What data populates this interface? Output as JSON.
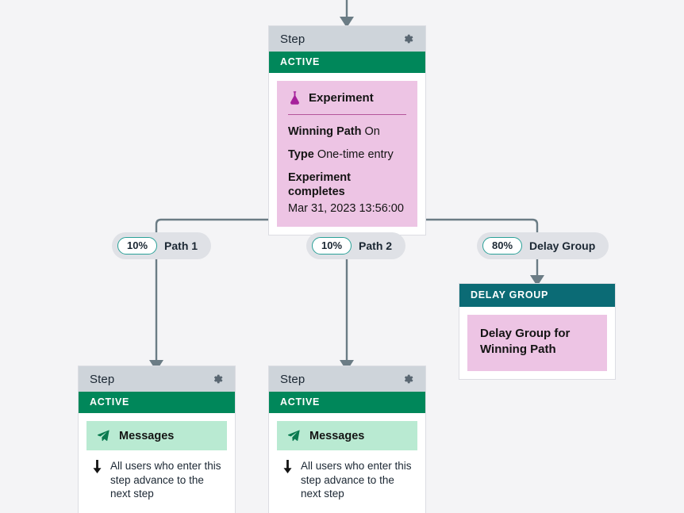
{
  "theme": {
    "page_bg": "#f4f4f6",
    "card_header_bg": "#ced4da",
    "active_green": "#00875a",
    "delay_teal": "#0b6b75",
    "pink": "#edc4e4",
    "mint": "#b9ead2",
    "pill_bg": "#dfe1e6",
    "pct_border": "#2aa198",
    "connector": "#6b7c85"
  },
  "experiment_step": {
    "header_title": "Step",
    "gear_icon": "gear-icon",
    "status": "ACTIVE",
    "card": {
      "icon": "flask-icon",
      "title": "Experiment",
      "rows": [
        {
          "label": "Winning Path",
          "value": "On"
        },
        {
          "label": "Type",
          "value": "One-time entry"
        }
      ],
      "completes_label": "Experiment completes",
      "completes_value": "Mar 31, 2023 13:56:00"
    }
  },
  "branches": [
    {
      "percent": "10%",
      "label": "Path 1"
    },
    {
      "percent": "10%",
      "label": "Path 2"
    },
    {
      "percent": "80%",
      "label": "Delay Group"
    }
  ],
  "delay_group": {
    "header": "DELAY GROUP",
    "body_line1": "Delay Group for",
    "body_line2": "Winning Path"
  },
  "message_steps": [
    {
      "header_title": "Step",
      "gear_icon": "gear-icon",
      "status": "ACTIVE",
      "message_icon": "paper-plane-icon",
      "message_label": "Messages",
      "advance_icon": "arrow-down-icon",
      "advance_text": "All users who enter this step advance to the next step"
    },
    {
      "header_title": "Step",
      "gear_icon": "gear-icon",
      "status": "ACTIVE",
      "message_icon": "paper-plane-icon",
      "message_label": "Messages",
      "advance_icon": "arrow-down-icon",
      "advance_text": "All users who enter this step advance to the next step"
    }
  ]
}
